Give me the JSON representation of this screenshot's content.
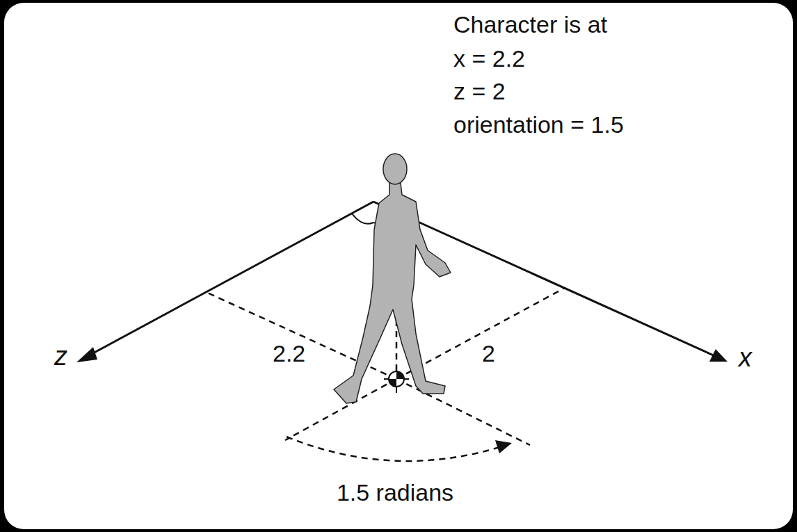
{
  "diagram": {
    "labels": [
      "Character is at",
      "x = 2.2",
      "z = 2",
      "orientation = 1.5",
      "z",
      "2.2",
      "2",
      "x",
      "1.5 radians"
    ]
  }
}
